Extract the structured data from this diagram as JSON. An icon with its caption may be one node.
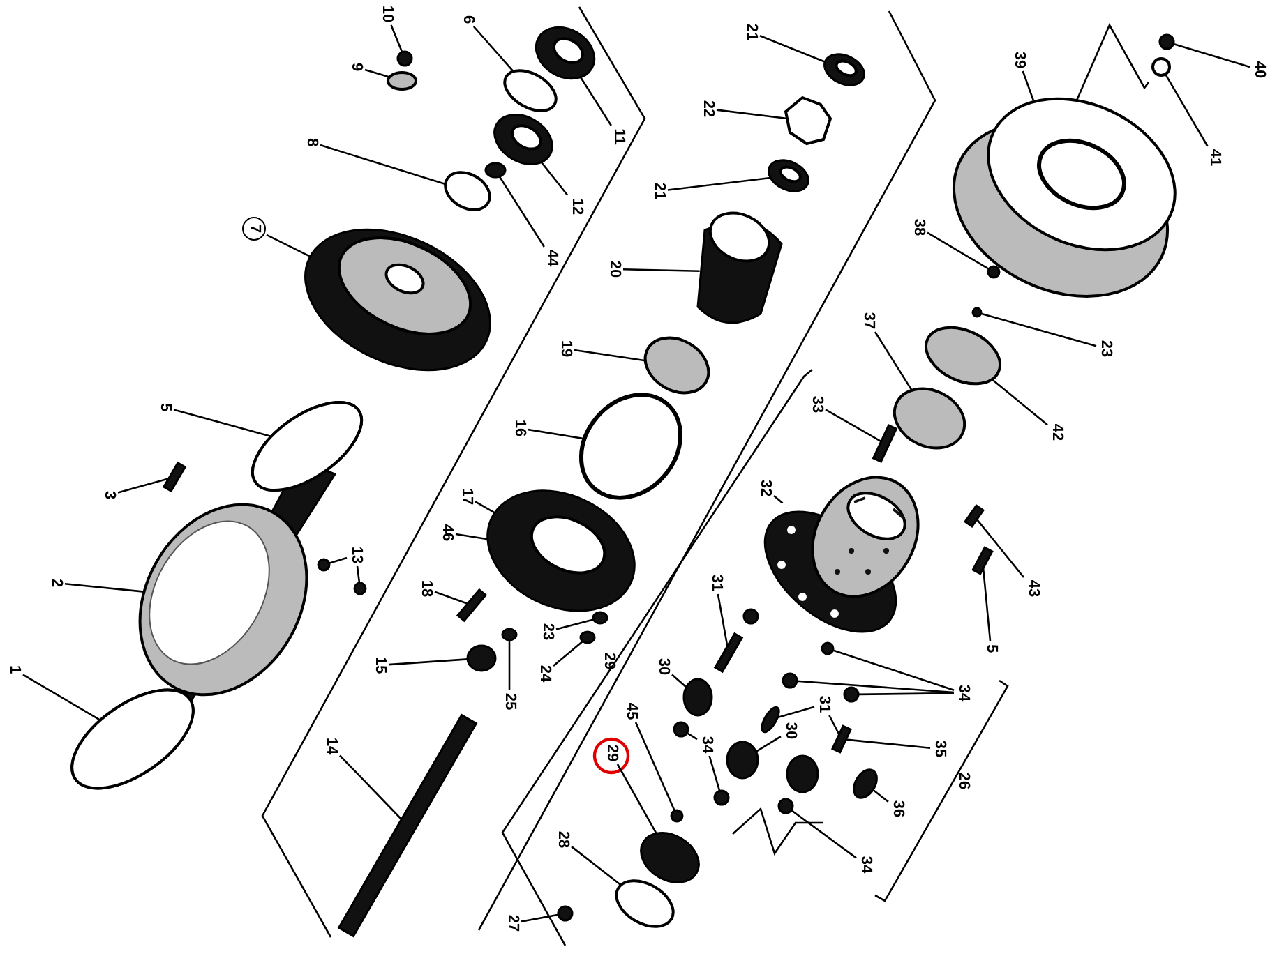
{
  "diagram": {
    "nodes": [
      {
        "text": [
          "10"
        ]
      },
      {
        "text": [
          "6"
        ]
      },
      {
        "text": [
          "21"
        ]
      },
      {
        "text": [
          "39"
        ]
      },
      {
        "text": [
          "40"
        ]
      },
      {
        "text": [
          "9"
        ]
      },
      {
        "text": [
          "22"
        ]
      },
      {
        "text": [
          "11"
        ]
      },
      {
        "text": [
          "8"
        ]
      },
      {
        "text": [
          "41"
        ]
      },
      {
        "text": [
          "21"
        ]
      },
      {
        "text": [
          "12"
        ]
      },
      {
        "text": [
          "7"
        ]
      },
      {
        "text": [
          "38"
        ]
      },
      {
        "text": [
          "44"
        ]
      },
      {
        "text": [
          "20"
        ]
      },
      {
        "text": [
          "37"
        ]
      },
      {
        "text": [
          "23"
        ]
      },
      {
        "text": [
          "19"
        ]
      },
      {
        "text": [
          "33"
        ]
      },
      {
        "text": [
          "5"
        ]
      },
      {
        "text": [
          "16"
        ]
      },
      {
        "text": [
          "42"
        ]
      },
      {
        "text": [
          "32"
        ]
      },
      {
        "text": [
          "3"
        ]
      },
      {
        "text": [
          "17"
        ]
      },
      {
        "text": [
          "46"
        ]
      },
      {
        "text": [
          "13"
        ]
      },
      {
        "text": [
          "2"
        ]
      },
      {
        "text": [
          "31"
        ]
      },
      {
        "text": [
          "43"
        ]
      },
      {
        "text": [
          "18"
        ]
      },
      {
        "text": [
          "23"
        ]
      },
      {
        "text": [
          "5"
        ]
      },
      {
        "text": [
          "29"
        ]
      },
      {
        "text": [
          "15"
        ]
      },
      {
        "text": [
          "1"
        ]
      },
      {
        "text": [
          "24"
        ]
      },
      {
        "text": [
          "30"
        ]
      },
      {
        "text": [
          "34"
        ]
      },
      {
        "text": [
          "31"
        ]
      },
      {
        "text": [
          "25"
        ]
      },
      {
        "text": [
          "45"
        ]
      },
      {
        "text": [
          "34"
        ]
      },
      {
        "text": [
          "30"
        ]
      },
      {
        "text": [
          "14"
        ]
      },
      {
        "text": [
          "35"
        ]
      },
      {
        "text": [
          "29"
        ]
      },
      {
        "text": [
          "26"
        ]
      },
      {
        "text": [
          "36"
        ]
      },
      {
        "text": [
          "28"
        ]
      },
      {
        "text": [
          "34"
        ]
      },
      {
        "text": [
          "27"
        ]
      },
      {
        "text": [],
        "shape": "picture"
      },
      {
        "text": [],
        "shape": "circle"
      },
      {
        "text": [],
        "shape": "circle"
      },
      {
        "text": [],
        "shape": "circle"
      },
      {
        "text": [],
        "shape": "circle"
      },
      {
        "text": [],
        "shape": "circle"
      },
      {
        "text": [],
        "shape": "circle"
      },
      {
        "text": [],
        "shape": "circle"
      },
      {
        "text": [],
        "shape": "circle"
      },
      {
        "text": [],
        "shape": "circle"
      },
      {
        "text": [],
        "shape": "circle"
      },
      {
        "text": [],
        "shape": "circle"
      },
      {
        "text": [],
        "shape": "circle"
      },
      {
        "text": [],
        "shape": "circle"
      },
      {
        "text": [],
        "shape": "circle"
      },
      {
        "text": [],
        "shape": "picture"
      },
      {
        "text": [],
        "shape": "picture"
      },
      {
        "text": [],
        "shape": "circle"
      },
      {
        "text": [],
        "shape": "picture"
      },
      {
        "text": [],
        "shape": "picture"
      },
      {
        "text": [],
        "shape": "circle"
      },
      {
        "text": [],
        "shape": "circle"
      },
      {
        "text": [],
        "shape": "picture"
      },
      {
        "text": [],
        "shape": "picture"
      },
      {
        "text": [],
        "shape": "picture"
      },
      {
        "text": [],
        "shape": "circle"
      },
      {
        "text": [],
        "shape": "circle"
      },
      {
        "text": [],
        "shape": "picture"
      },
      {
        "text": [],
        "shape": "circle"
      },
      {
        "text": [],
        "shape": "circle"
      },
      {
        "text": [],
        "shape": "circle"
      },
      {
        "text": [],
        "shape": "bar"
      },
      {
        "text": [],
        "shape": "picture"
      },
      {
        "text": [],
        "shape": "bar"
      },
      {
        "text": [],
        "shape": "circle"
      },
      {
        "text": [],
        "shape": "circle"
      },
      {
        "text": [],
        "shape": "circle"
      },
      {
        "text": [],
        "shape": "circle"
      },
      {
        "text": [],
        "shape": "picture"
      },
      {
        "text": [],
        "shape": "circle"
      },
      {
        "text": [],
        "shape": "circle"
      },
      {
        "text": [],
        "shape": "bar"
      },
      {
        "text": [],
        "shape": "bar"
      },
      {
        "text": [],
        "shape": "bar"
      },
      {
        "text": [],
        "shape": "bar"
      },
      {
        "text": [],
        "shape": "circle"
      },
      {
        "text": [],
        "shape": "bar"
      },
      {
        "text": [],
        "shape": "circle"
      },
      {
        "text": [],
        "shape": "circle"
      },
      {
        "text": [],
        "shape": "bar"
      },
      {
        "text": [],
        "shape": "circle"
      },
      {
        "text": [],
        "shape": "circle"
      },
      {
        "text": [],
        "shape": "circle"
      },
      {
        "text": [],
        "shape": "circle"
      }
    ],
    "edges": [
      {
        "from": 0,
        "to": 66,
        "arrow": "none"
      },
      {
        "from": 1,
        "to": 67,
        "arrow": "none"
      },
      {
        "from": 2,
        "to": 68,
        "arrow": "none"
      },
      {
        "from": 3,
        "to": 69,
        "arrow": "none"
      },
      {
        "from": 4,
        "to": 70,
        "arrow": "none"
      },
      {
        "from": 5,
        "to": 64,
        "arrow": "none"
      },
      {
        "from": 6,
        "to": 71,
        "arrow": "none"
      },
      {
        "from": 7,
        "to": 72,
        "arrow": "none"
      },
      {
        "from": 8,
        "to": 73,
        "arrow": "none"
      },
      {
        "from": 9,
        "to": 74,
        "arrow": "none"
      },
      {
        "from": 10,
        "to": 75,
        "arrow": "none"
      },
      {
        "from": 11,
        "to": 76,
        "arrow": "none"
      },
      {
        "from": 12,
        "to": 77,
        "arrow": "none"
      },
      {
        "from": 13,
        "to": 78,
        "arrow": "none"
      },
      {
        "from": 14,
        "to": 79,
        "arrow": "none"
      },
      {
        "from": 15,
        "to": 80,
        "arrow": "none"
      },
      {
        "from": 16,
        "to": 81,
        "arrow": "none"
      },
      {
        "from": 17,
        "to": 82,
        "arrow": "none"
      },
      {
        "from": 18,
        "to": 83,
        "arrow": "none"
      },
      {
        "from": 19,
        "to": 84,
        "arrow": "none"
      },
      {
        "from": 20,
        "to": 88,
        "arrow": "none"
      },
      {
        "from": 21,
        "to": 89,
        "arrow": "none"
      },
      {
        "from": 22,
        "to": 90,
        "arrow": "none"
      },
      {
        "from": 23,
        "to": 91,
        "arrow": "none"
      },
      {
        "from": 24,
        "to": 86,
        "arrow": "none"
      },
      {
        "from": 25,
        "to": 53,
        "arrow": "none"
      },
      {
        "from": 26,
        "to": 53,
        "arrow": "none"
      },
      {
        "from": 27,
        "to": 92,
        "arrow": "none"
      },
      {
        "from": 27,
        "to": 93,
        "arrow": "none"
      },
      {
        "from": 28,
        "to": 85,
        "arrow": "none"
      },
      {
        "from": 29,
        "to": 94,
        "arrow": "none"
      },
      {
        "from": 30,
        "to": 95,
        "arrow": "none"
      },
      {
        "from": 31,
        "to": 96,
        "arrow": "none"
      },
      {
        "from": 32,
        "to": 55,
        "arrow": "none"
      },
      {
        "from": 33,
        "to": 97,
        "arrow": "none"
      },
      {
        "from": 35,
        "to": 54,
        "arrow": "none"
      },
      {
        "from": 36,
        "to": 87,
        "arrow": "none"
      },
      {
        "from": 37,
        "to": 56,
        "arrow": "none"
      },
      {
        "from": 38,
        "to": 65,
        "arrow": "none"
      },
      {
        "from": 39,
        "to": 57,
        "arrow": "none"
      },
      {
        "from": 39,
        "to": 58,
        "arrow": "none"
      },
      {
        "from": 39,
        "to": 98,
        "arrow": "none"
      },
      {
        "from": 40,
        "to": 59,
        "arrow": "none"
      },
      {
        "from": 40,
        "to": 99,
        "arrow": "none"
      },
      {
        "from": 41,
        "to": 61,
        "arrow": "none"
      },
      {
        "from": 42,
        "to": 100,
        "arrow": "none"
      },
      {
        "from": 43,
        "to": 62,
        "arrow": "none"
      },
      {
        "from": 43,
        "to": 101,
        "arrow": "none"
      },
      {
        "from": 44,
        "to": 60,
        "arrow": "none"
      },
      {
        "from": 45,
        "to": 102,
        "arrow": "none"
      },
      {
        "from": 46,
        "to": 99,
        "arrow": "none"
      },
      {
        "from": 47,
        "to": 103,
        "arrow": "none"
      },
      {
        "from": 49,
        "to": 63,
        "arrow": "none"
      },
      {
        "from": 50,
        "to": 104,
        "arrow": "none"
      },
      {
        "from": 51,
        "to": 105,
        "arrow": "none"
      },
      {
        "from": 52,
        "to": 106,
        "arrow": "none"
      }
    ]
  }
}
